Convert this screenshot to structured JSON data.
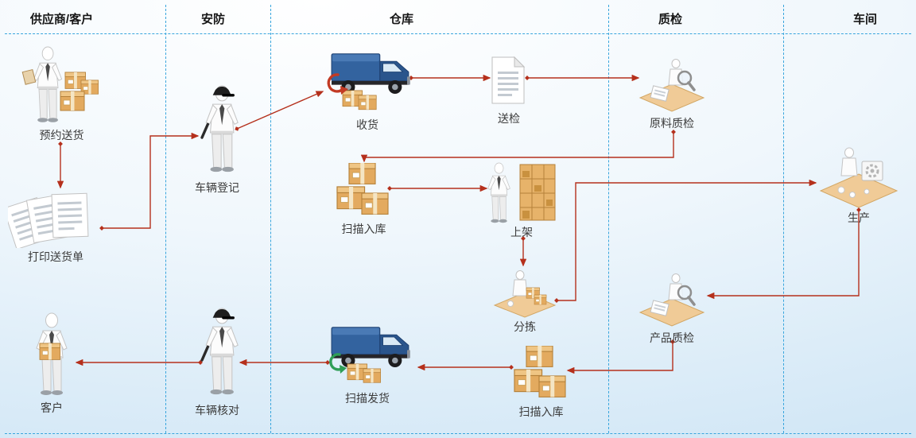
{
  "colors": {
    "arrow": "#b5301c",
    "lane_divider": "#38a5dd",
    "carton": "#e3aa5f",
    "truck_blue": "#2f5fa3",
    "platform_tan": "#f0cb97"
  },
  "lanes": [
    {
      "id": "supplier_customer",
      "label": "供应商/客户"
    },
    {
      "id": "security",
      "label": "安防"
    },
    {
      "id": "warehouse",
      "label": "仓库"
    },
    {
      "id": "quality",
      "label": "质检"
    },
    {
      "id": "workshop",
      "label": "车间"
    }
  ],
  "nodes": {
    "schedule_delivery": {
      "label": "预约送货",
      "lane": "供应商/客户"
    },
    "print_delivery_note": {
      "label": "打印送货单",
      "lane": "供应商/客户"
    },
    "vehicle_register": {
      "label": "车辆登记",
      "lane": "安防"
    },
    "receive_goods": {
      "label": "收货",
      "lane": "仓库"
    },
    "send_inspection": {
      "label": "送检",
      "lane": "仓库"
    },
    "raw_material_qc": {
      "label": "原料质检",
      "lane": "质检"
    },
    "scan_inbound_top": {
      "label": "扫描入库",
      "lane": "仓库"
    },
    "shelving": {
      "label": "上架",
      "lane": "仓库"
    },
    "sorting": {
      "label": "分拣",
      "lane": "仓库"
    },
    "production": {
      "label": "生产",
      "lane": "车间"
    },
    "product_qc": {
      "label": "产品质检",
      "lane": "质检"
    },
    "scan_inbound_bottom": {
      "label": "扫描入库",
      "lane": "仓库"
    },
    "scan_outbound": {
      "label": "扫描发货",
      "lane": "仓库"
    },
    "vehicle_verify": {
      "label": "车辆核对",
      "lane": "安防"
    },
    "customer": {
      "label": "客户",
      "lane": "供应商/客户"
    }
  },
  "icons": {
    "schedule_delivery": "person-with-boxes-icon",
    "print_delivery_note": "document-stack-icon",
    "vehicle_register": "security-guard-icon",
    "receive_goods": "truck-unload-icon",
    "send_inspection": "document-icon",
    "raw_material_qc": "inspection-magnifier-icon",
    "scan_inbound_top": "carton-stack-icon",
    "shelving": "person-shelf-icon",
    "sorting": "sorting-platform-icon",
    "production": "production-platform-icon",
    "product_qc": "inspection-magnifier-icon",
    "scan_inbound_bottom": "carton-stack-icon",
    "scan_outbound": "truck-load-icon",
    "vehicle_verify": "security-guard-icon",
    "customer": "person-carrying-box-icon"
  },
  "edges": [
    {
      "from": "schedule_delivery",
      "to": "print_delivery_note"
    },
    {
      "from": "print_delivery_note",
      "to": "vehicle_register"
    },
    {
      "from": "vehicle_register",
      "to": "receive_goods"
    },
    {
      "from": "receive_goods",
      "to": "send_inspection"
    },
    {
      "from": "send_inspection",
      "to": "raw_material_qc"
    },
    {
      "from": "raw_material_qc",
      "to": "scan_inbound_top"
    },
    {
      "from": "scan_inbound_top",
      "to": "shelving"
    },
    {
      "from": "shelving",
      "to": "sorting"
    },
    {
      "from": "sorting",
      "to": "production"
    },
    {
      "from": "production",
      "to": "product_qc"
    },
    {
      "from": "product_qc",
      "to": "scan_inbound_bottom"
    },
    {
      "from": "scan_inbound_bottom",
      "to": "scan_outbound"
    },
    {
      "from": "scan_outbound",
      "to": "vehicle_verify"
    },
    {
      "from": "vehicle_verify",
      "to": "customer"
    }
  ]
}
